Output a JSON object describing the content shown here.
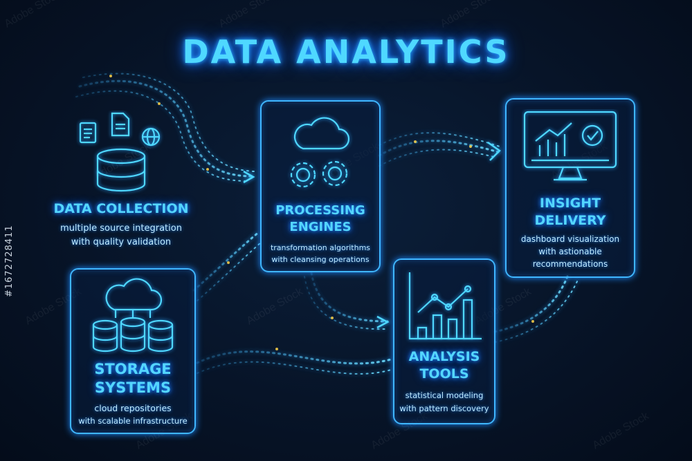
{
  "title": "DATA ANALYTICS",
  "stages": {
    "collection": {
      "label": "DATA COLLECTION",
      "desc1": "multiple source integration",
      "desc2": "with quality validation"
    },
    "processing": {
      "label1": "PROCESSING",
      "label2": "ENGINES",
      "desc1": "transformation algorithms",
      "desc2": "with cleansing operations"
    },
    "insight": {
      "label1": "INSIGHT",
      "label2": "DELIVERY",
      "desc1": "dashboard visualization",
      "desc2": "with astionable",
      "desc3": "recommendations"
    },
    "storage": {
      "label1": "STORAGE",
      "label2": "SYSTEMS",
      "desc1": "cloud repositories",
      "desc2": "with scalable infrastructure"
    },
    "analysis": {
      "label1": "ANALYSIS",
      "label2": "TOOLS",
      "desc1": "statistical modeling",
      "desc2": "with pattern discovery"
    }
  },
  "watermark": "Adobe Stock",
  "image_id": "#1672728411",
  "colors": {
    "accent": "#4fd8ff",
    "line": "#3fb6ff",
    "dot_yellow": "#ffd54a",
    "background": "#071428"
  }
}
